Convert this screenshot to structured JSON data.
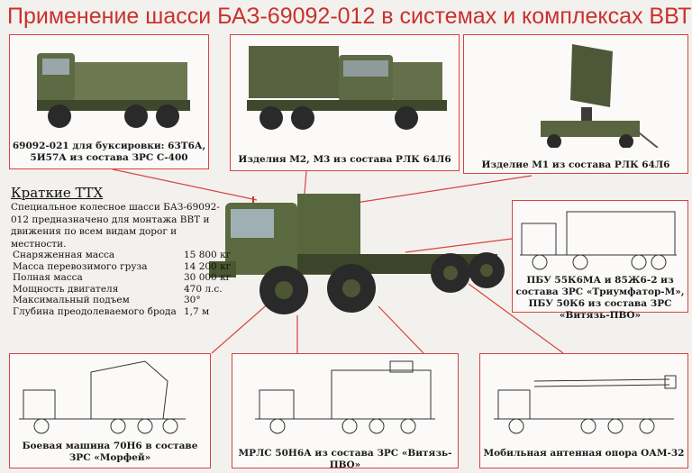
{
  "title": "Применение шасси БАЗ-69092-012 в системах и комплексах ВВТ",
  "panels": {
    "p1": "69092-021 для буксировки: 63Т6А, 5И57А из состава ЗРС С-400",
    "p2": "Изделия М2, М3 из состава РЛК 64Л6",
    "p3": "Изделие М1 из состава РЛК 64Л6",
    "p4": "ПБУ 55К6МА и 85Ж6-2 из состава ЗРС «Триумфатор-М», ПБУ 50К6 из состава ЗРС «Витязь-ПВО»",
    "p5": "Боевая машина 70Н6 в составе ЗРС «Морфей»",
    "p6": "МРЛС 50Н6А из состава ЗРС «Витязь-ПВО»",
    "p7": "Мобильная антенная опора ОАМ-32"
  },
  "ttx": {
    "heading": "Краткие ТТХ",
    "description": "Специальное колесное шасси БАЗ-69092-012 предназначено для монтажа ВВТ и движения по всем видам дорог и местности.",
    "specs": [
      {
        "label": "Снаряженная масса",
        "value": "15 800 кг"
      },
      {
        "label": "Масса перевозимого груза",
        "value": "14 200 кг"
      },
      {
        "label": "Полная масса",
        "value": "30 000 кг"
      },
      {
        "label": "Мощность двигателя",
        "value": "470 л.с."
      },
      {
        "label": "Максимальный подъем",
        "value": "30°"
      },
      {
        "label": "Глубина преодолеваемого брода",
        "value": "1,7 м"
      }
    ]
  }
}
